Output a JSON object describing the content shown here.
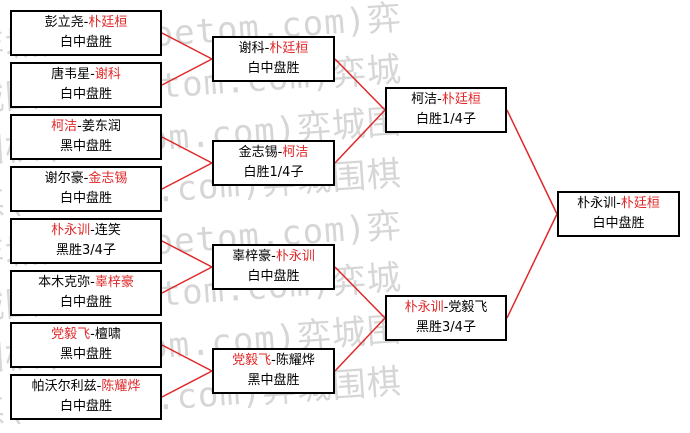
{
  "colors": {
    "winner_text": "#e0282a",
    "connector": "#e0282a",
    "border": "#000000",
    "watermark": "#d6d6d6"
  },
  "watermark": {
    "lines": [
      "弈城围棋(hoetom.com)弈",
      "城围棋(hoetom.com)弈城",
      "围棋(hoetom.com)弈城围",
      "棋(hoetom.com)弈城围棋",
      "弈城围棋(hoetom.com)弈",
      "城围棋(hoetom.com)弈城",
      "围棋(hoetom.com)弈城围",
      "棋(hoetom.com)弈城围棋"
    ]
  },
  "rounds": [
    {
      "name": "round-of-16",
      "matches": [
        {
          "p1": "彭立尧",
          "p2": "朴廷桓",
          "winner": 2,
          "result": "白中盘胜"
        },
        {
          "p1": "唐韦星",
          "p2": "谢科",
          "winner": 2,
          "result": "白中盘胜"
        },
        {
          "p1": "柯洁",
          "p2": "姜东润",
          "winner": 1,
          "result": "黑中盘胜"
        },
        {
          "p1": "谢尔豪",
          "p2": "金志锡",
          "winner": 2,
          "result": "白中盘胜"
        },
        {
          "p1": "朴永训",
          "p2": "连笑",
          "winner": 1,
          "result": "黑胜3/4子"
        },
        {
          "p1": "本木克弥",
          "p2": "辜梓豪",
          "winner": 2,
          "result": "白中盘胜"
        },
        {
          "p1": "党毅飞",
          "p2": "檀啸",
          "winner": 1,
          "result": "黑中盘胜"
        },
        {
          "p1": "帕沃尔利兹",
          "p2": "陈耀烨",
          "winner": 2,
          "result": "白中盘胜"
        }
      ]
    },
    {
      "name": "quarterfinal",
      "matches": [
        {
          "p1": "谢科",
          "p2": "朴廷桓",
          "winner": 2,
          "result": "白中盘胜"
        },
        {
          "p1": "金志锡",
          "p2": "柯洁",
          "winner": 2,
          "result": "白胜1/4子"
        },
        {
          "p1": "辜梓豪",
          "p2": "朴永训",
          "winner": 2,
          "result": "白中盘胜"
        },
        {
          "p1": "党毅飞",
          "p2": "陈耀烨",
          "winner": 1,
          "result": "黑中盘胜"
        }
      ]
    },
    {
      "name": "semifinal",
      "matches": [
        {
          "p1": "柯洁",
          "p2": "朴廷桓",
          "winner": 2,
          "result": "白胜1/4子"
        },
        {
          "p1": "朴永训",
          "p2": "党毅飞",
          "winner": 1,
          "result": "黑胜3/4子"
        }
      ]
    },
    {
      "name": "final",
      "matches": [
        {
          "p1": "朴永训",
          "p2": "朴廷桓",
          "winner": 2,
          "result": "白中盘胜"
        }
      ]
    }
  ]
}
